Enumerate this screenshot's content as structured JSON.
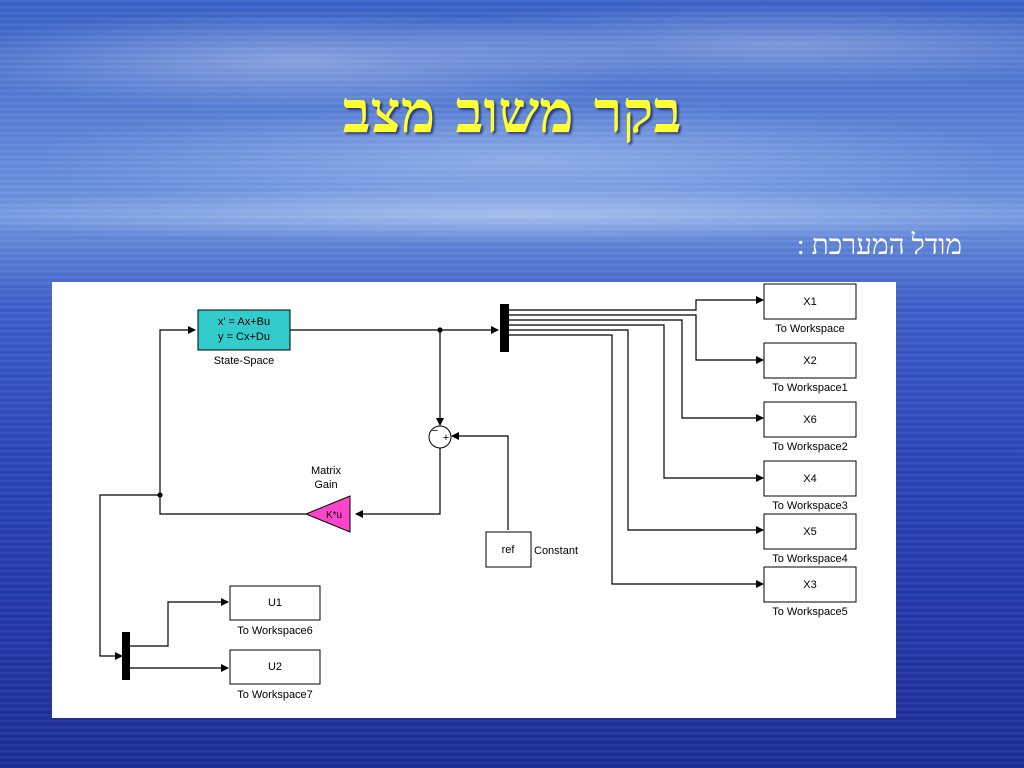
{
  "slide": {
    "title": "בקר משוב מצב",
    "subtitle": "מודל המערכת :"
  },
  "diagram": {
    "state_space": {
      "eq1": "x' = Ax+Bu",
      "eq2": "y = Cx+Du",
      "label": "State-Space",
      "fill": "#33cccc"
    },
    "sum": {
      "minus": "−",
      "plus": "+"
    },
    "gain": {
      "text": "K*u",
      "label_line1": "Matrix",
      "label_line2": "Gain",
      "fill": "#ff44cc"
    },
    "constant": {
      "value": "ref",
      "label": "Constant"
    },
    "workspace_x": [
      {
        "var": "X1",
        "label": "To Workspace"
      },
      {
        "var": "X2",
        "label": "To Workspace1"
      },
      {
        "var": "X6",
        "label": "To Workspace2"
      },
      {
        "var": "X4",
        "label": "To Workspace3"
      },
      {
        "var": "X5",
        "label": "To Workspace4"
      },
      {
        "var": "X3",
        "label": "To Workspace5"
      }
    ],
    "workspace_u": [
      {
        "var": "U1",
        "label": "To Workspace6"
      },
      {
        "var": "U2",
        "label": "To Workspace7"
      }
    ]
  }
}
